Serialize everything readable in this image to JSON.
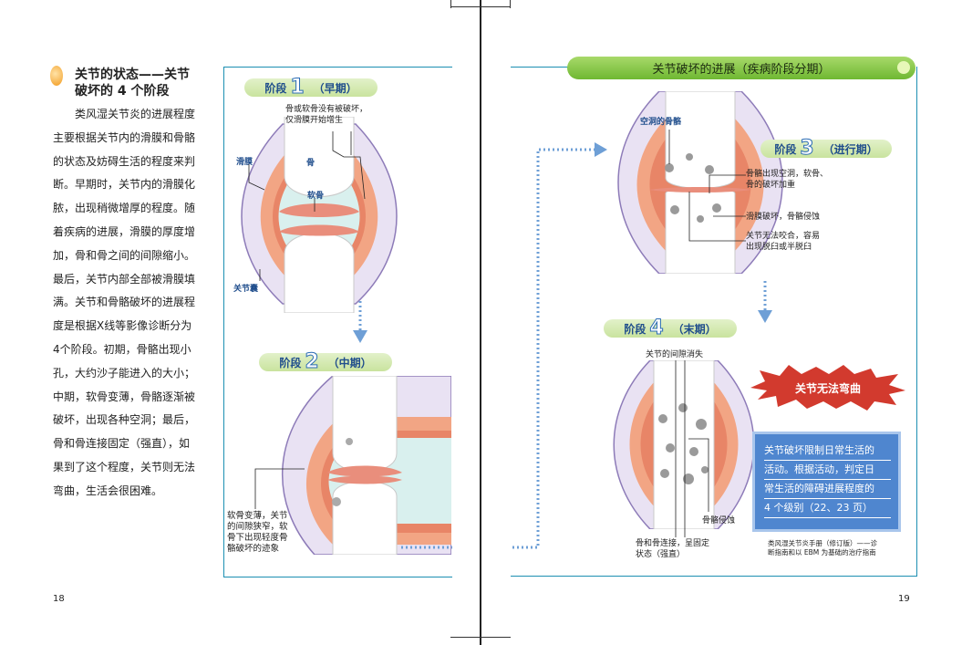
{
  "left": {
    "section_title_line1": "关节的状态——关节",
    "section_title_line2": "破坏的 4 个阶段",
    "body_lines": [
      "类风湿关节炎的进展程度",
      "主要根据关节内的滑膜和骨骼",
      "的状态及妨碍生活的程度来判",
      "断。早期时，关节内的滑膜化",
      "脓，出现稍微增厚的程度。随",
      "着疾病的进展，滑膜的厚度增",
      "加，骨和骨之间的间隙缩小。",
      "最后，关节内部全部被滑膜填",
      "满。关节和骨骼破坏的进展程",
      "度是根据X线等影像诊断分为",
      "4个阶段。初期，骨骼出现小",
      "孔，大约沙子能进入的大小；",
      "中期，软骨变薄，骨骼逐渐被",
      "破坏，出现各种空洞；最后，",
      "骨和骨连接固定（强直），如",
      "果到了这个程度，关节则无法",
      "弯曲，生活会很困难。"
    ],
    "page_number": "18"
  },
  "stage1": {
    "label": "阶段",
    "number": "1",
    "phase": "（早期）",
    "note_line1": "骨或软骨没有被破坏，",
    "note_line2": "仅滑膜开始增生",
    "synovium": "滑膜",
    "bone": "骨",
    "cartilage": "软骨",
    "capsule": "关节囊"
  },
  "stage2": {
    "label": "阶段",
    "number": "2",
    "phase": "（中期）",
    "note_lines": [
      "软骨变薄，关节",
      "的间隙狭窄，软",
      "骨下出现轻度骨",
      "骼破坏的迹象"
    ]
  },
  "right": {
    "header": "关节破坏的进展（疾病阶段分期）",
    "cavity_label": "空洞的骨骼",
    "page_number": "19"
  },
  "stage3": {
    "label": "阶段",
    "number": "3",
    "phase": "（进行期）",
    "note1_line1": "骨骼出现空洞，软骨、",
    "note1_line2": "骨的破坏加重",
    "note2": "滑膜破坏，骨骼侵蚀",
    "note3_line1": "关节无法咬合，容易",
    "note3_line2": "出现脱臼或半脱臼"
  },
  "stage4": {
    "label": "阶段",
    "number": "4",
    "phase": "（末期）",
    "gap_gone": "关节的间隙消失",
    "erosion": "骨骼侵蚀",
    "fused_line1": "骨和骨连接，呈固定",
    "fused_line2": "状态（强直）"
  },
  "burst_text": "关节无法弯曲",
  "info_box": {
    "lines": [
      "关节破坏限制日常生活的",
      "活动。根据活动，判定日",
      "常生活的障碍进展程度的",
      "4 个级别（22、23 页）"
    ]
  },
  "footnote": {
    "line1": "类风湿关节炎手册（修订版）——诊",
    "line2": "断指南和以 EBM 为基础的治疗指南"
  },
  "colors": {
    "accent_blue": "#1c8fb2",
    "pill_green": "#c9e39e",
    "header_green": "#6fb832",
    "synovium_red": "#e87a5e",
    "capsule_purple": "#cfc2e6",
    "burst_red": "#d23a2e",
    "box_blue": "#4f86cf"
  }
}
